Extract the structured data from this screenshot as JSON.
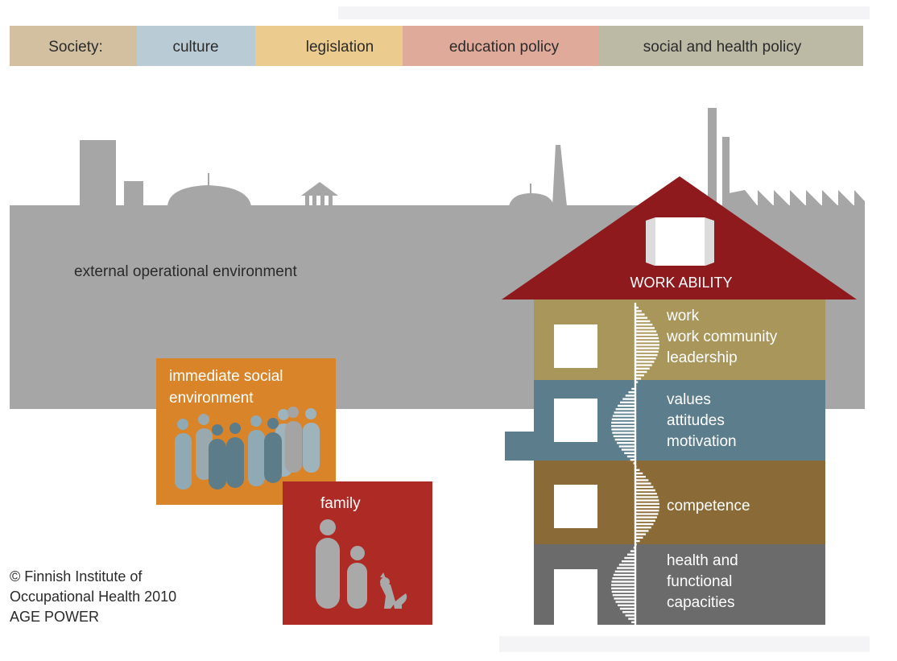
{
  "society_bar": {
    "items": [
      {
        "label": "Society:",
        "color": "#d3c0a1"
      },
      {
        "label": "culture",
        "color": "#b9ccd6"
      },
      {
        "label": "legislation",
        "color": "#ebcb8e"
      },
      {
        "label": "education policy",
        "color": "#e0aa9a"
      },
      {
        "label": "social and health policy",
        "color": "#bcb9a4"
      }
    ]
  },
  "external_environment": {
    "label": "external operational environment",
    "color": "#a6a6a6"
  },
  "immediate_social": {
    "line1": "immediate social",
    "line2": "environment",
    "color": "#d98428"
  },
  "family": {
    "label": "family",
    "color": "#ad2a25"
  },
  "house": {
    "roof_label": "WORK ABILITY",
    "roof_color": "#8e1a1e",
    "floors": [
      {
        "lines": [
          "work",
          "work community",
          "leadership"
        ],
        "color": "#a8965a"
      },
      {
        "lines": [
          "values",
          "attitudes",
          "motivation"
        ],
        "color": "#5c7d8c"
      },
      {
        "lines": [
          "competence"
        ],
        "color": "#8a6a36"
      },
      {
        "lines": [
          "health and",
          "functional",
          "capacities"
        ],
        "color": "#6b6b6b"
      }
    ]
  },
  "credit": {
    "line1": "© Finnish Institute of",
    "line2": "Occupational Health 2010",
    "line3": "AGE POWER"
  }
}
